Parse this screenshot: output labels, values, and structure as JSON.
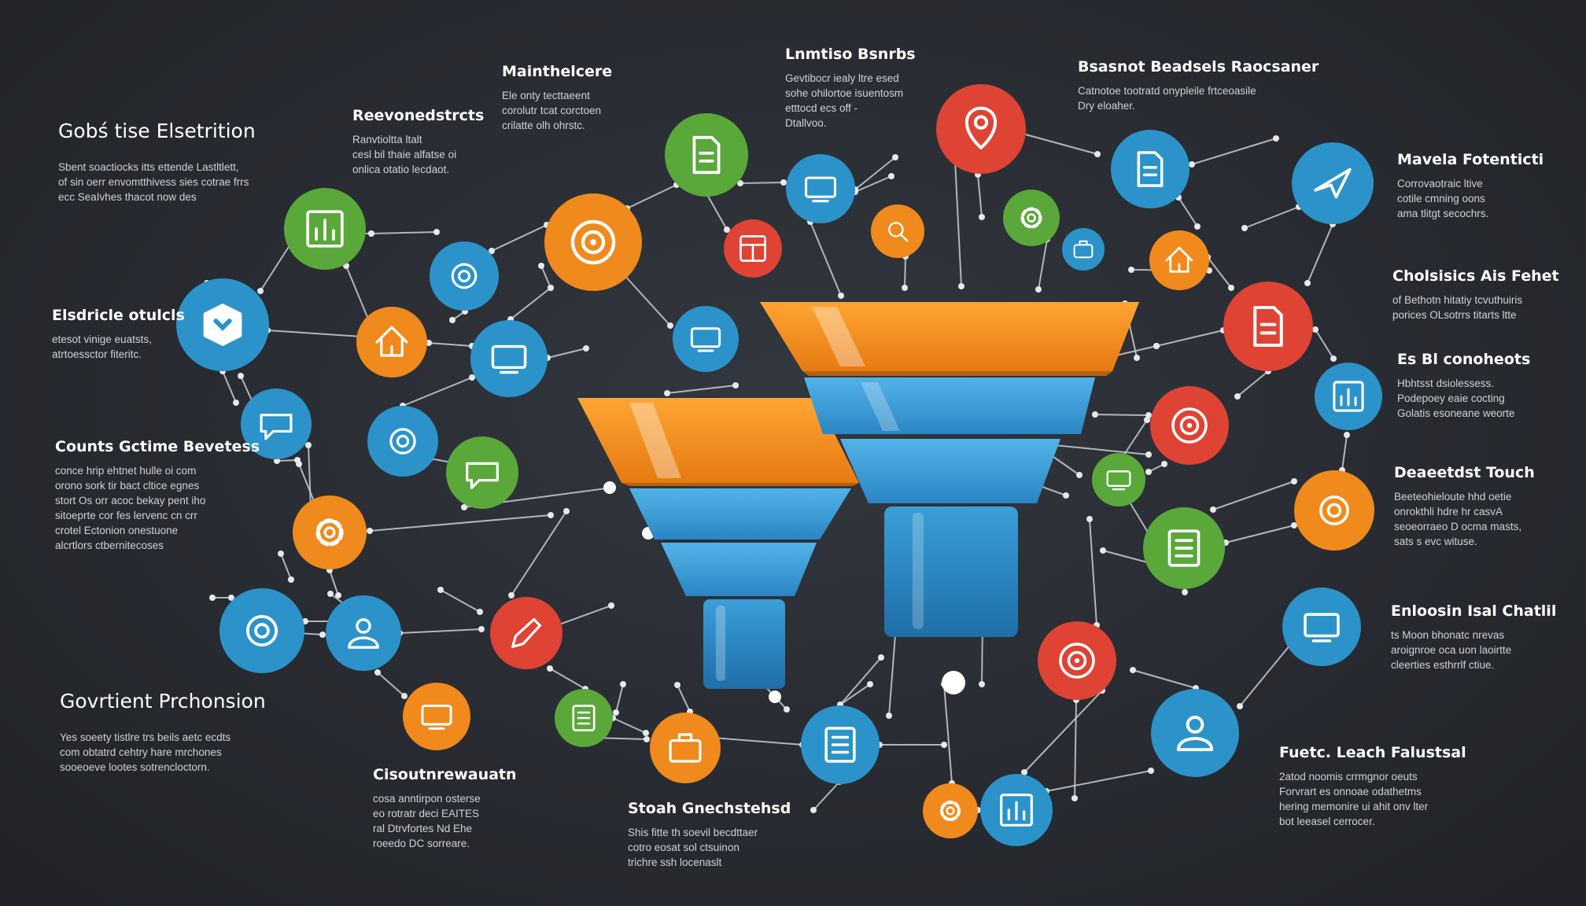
{
  "colors": {
    "background": "#2a2d33",
    "green": "#5aa83a",
    "blue": "#2b93c9",
    "orange": "#f08a1c",
    "red": "#de4334",
    "connector": "#c9ced4",
    "funnel_orange": "#f28c1e",
    "funnel_blue": "#3a9fd8"
  },
  "labels": {
    "gobs": {
      "title": "Gobś tise Elsetrition",
      "lines": [
        "Sbent soactiocks itts ettende Lastltlett,",
        "of sin oerr envomtthivess sies cotrae frrs",
        "ecc SeaIvhes thacot now des"
      ]
    },
    "electric": {
      "title": "Elsdricle otulcls",
      "lines": [
        "etesot vinige euatsts,",
        "atrtoessctor fiteritc."
      ]
    },
    "counts": {
      "title": "Counts Gctime Bevetess",
      "lines": [
        "conce hrip ehtnet hulle oi com",
        "orono sork tir bact cltice egnes",
        "stort Os orr acoc bekay pent iho",
        "sitoeprte cor fes lervenc cn crr",
        "crotel Ectonion onestuone",
        "alcrtlors ctbernitecoses"
      ]
    },
    "government": {
      "title": "Govrtient Prchonsion",
      "lines": [
        "Yes soeety tistlre trs beils aetc ecdts",
        "com obtatrd cehtry hare mrchones",
        "sooeoeve lootes sotrencloctorn."
      ]
    },
    "repo": {
      "title": "Reevonedstrcts",
      "lines": [
        "Ranvtioltta ltalt",
        "cesl bil thaie alfatse oi",
        "onlica otatio lecdaot."
      ]
    },
    "main": {
      "title": "Mainthelcere",
      "lines": [
        "Ele onty tecttaeent",
        "corolutr tcat corctoen",
        "crilatte olh ohrstc."
      ]
    },
    "lumino": {
      "title": "Lnmtiso Bsnrbs",
      "lines": [
        "Gevtibocr iealy ltre esed",
        "sohe ohilortoe isuentosm",
        "etttocd ecs off -",
        "Dtallvoo."
      ]
    },
    "basant": {
      "title": "Bsasnot Beadsels Raocsaner",
      "lines": [
        "Catnotoe tootratd onypleile frtceoasile",
        "Dry eloaher."
      ]
    },
    "mavela": {
      "title": "Mavela Fotenticti",
      "lines": [
        "Corrovaotraic ltive",
        "cotile cmning oons",
        "ama tlitgt secochrs."
      ]
    },
    "cholasis": {
      "title": "Cholsisics Ais Fehet",
      "lines": [
        "of Bethotn hitatiy tcvuthuiris",
        "porices OLsotrrs titarts ltte"
      ]
    },
    "ebi": {
      "title": "Es Bl conoheots",
      "lines": [
        "Hbhtsst dsiolessess.",
        "Podepoey eaie cocting",
        "Golatis esoneane weorte"
      ]
    },
    "deadstudt": {
      "title": "Deaeetdst Touch",
      "lines": [
        "Beeteohieloute hhd oetie",
        "onrokthli hdre hr casvA",
        "seoeorraeo D ocma masts,",
        "sats s evc wituse."
      ]
    },
    "enloosn": {
      "title": "Enloosin Isal Chatlil",
      "lines": [
        "ts Moon bhonatc nrevas",
        "aroignroe oca uon laoirtte",
        "cleerties esthrrlf ctiue."
      ]
    },
    "fuete": {
      "title": "Fuetc. Leach Falustsal",
      "lines": [
        "2atod noomis crrmgnor oeuts",
        "Forvrart es onnoae odathetms",
        "hering memonire ui ahit onv lter",
        "bot leeasel cerrocer."
      ]
    },
    "steadh": {
      "title": "Stoah Gnechstehsd",
      "lines": [
        "Shis fitte th soevil becdttaer",
        "cotro eosat sol ctsuinon",
        "trichre ssh locenaslt"
      ]
    },
    "cisour": {
      "title": "Cisoutnrewauatn",
      "lines": [
        "cosa anntirpon osterse",
        "eo rotratr deci EAITES",
        "ral Dtrvfortes Nd Ehe",
        "roeedo DC sorreare."
      ]
    }
  }
}
